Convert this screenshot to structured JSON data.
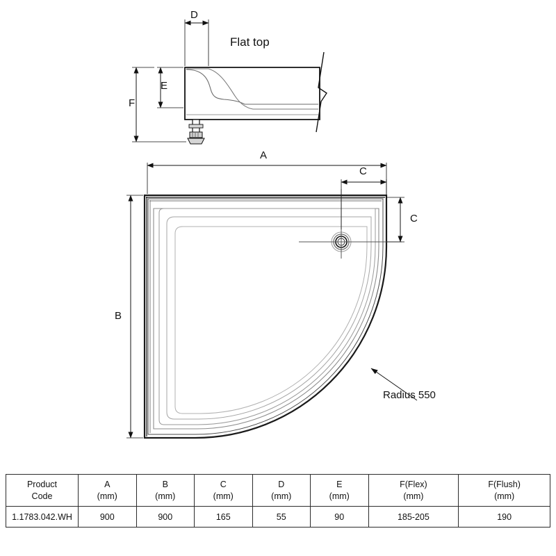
{
  "drawing": {
    "title_note": "Flat top",
    "radius_note": "Radius 550",
    "dimension_labels": {
      "A": "A",
      "B": "B",
      "C_horizontal": "C",
      "C_vertical": "C",
      "D": "D",
      "E": "E",
      "F": "F"
    }
  },
  "spec_table": {
    "headers": [
      {
        "name": "Product",
        "unit": "Code"
      },
      {
        "name": "A",
        "unit": "(mm)"
      },
      {
        "name": "B",
        "unit": "(mm)"
      },
      {
        "name": "C",
        "unit": "(mm)"
      },
      {
        "name": "D",
        "unit": "(mm)"
      },
      {
        "name": "E",
        "unit": "(mm)"
      },
      {
        "name": "F(Flex)",
        "unit": "(mm)"
      },
      {
        "name": "F(Flush)",
        "unit": "(mm)"
      }
    ],
    "rows": [
      {
        "product_code": "1.1783.042.WH",
        "a": "900",
        "b": "900",
        "c": "165",
        "d": "55",
        "e": "90",
        "f_flex": "185-205",
        "f_flush": "190"
      }
    ]
  }
}
